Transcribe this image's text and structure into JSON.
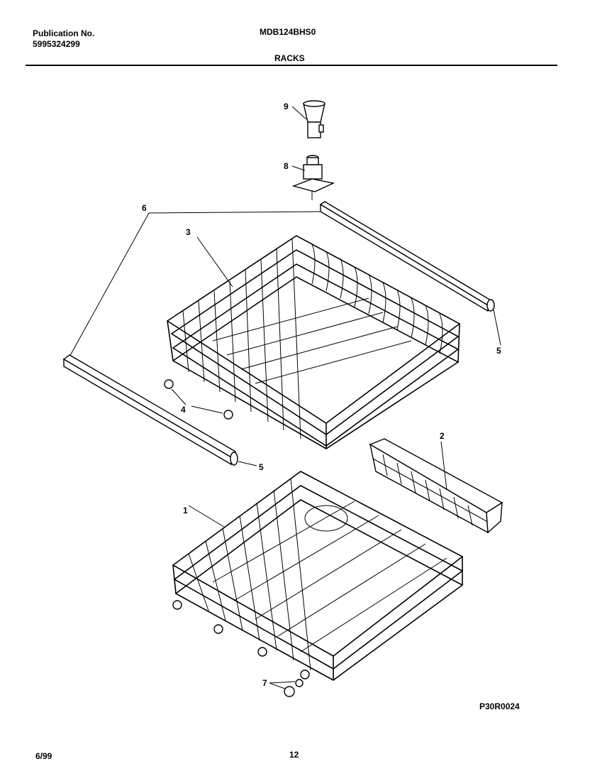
{
  "header": {
    "publication_label": "Publication No.",
    "publication_number": "5995324299",
    "model": "MDB124BHS0",
    "section": "RACKS"
  },
  "callouts": {
    "c1": "1",
    "c2": "2",
    "c3": "3",
    "c4": "4",
    "c5a": "5",
    "c5b": "5",
    "c6": "6",
    "c7": "7",
    "c8": "8",
    "c9": "9"
  },
  "footer": {
    "drawing_code": "P30R0024",
    "date": "6/99",
    "page": "12"
  }
}
